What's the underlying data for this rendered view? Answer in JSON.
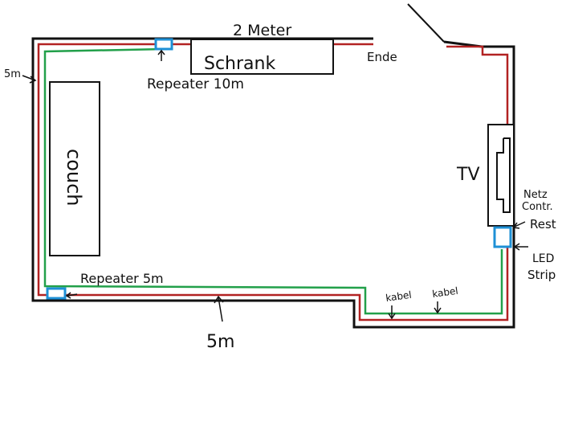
{
  "labels": {
    "top_length": "2 Meter",
    "end": "Ende",
    "cabinet": "Schrank",
    "repeater_top": "Repeater 10m",
    "left_length": "5m",
    "couch": "couch",
    "repeater_bottom": "Repeater 5m",
    "bottom_length": "5m",
    "cable_1": "kabel",
    "cable_2": "kabel",
    "tv": "TV",
    "netz_line1": "Netz",
    "netz_line2": "Contr.",
    "rest": "Rest",
    "led_line1": "LED",
    "led_line2": "Strip"
  },
  "colors": {
    "wall": "#111111",
    "red_wire": "#b22222",
    "green_wire": "#22a04a",
    "repeater_box": "#1e90d6",
    "box_fill": "#ffffff"
  }
}
